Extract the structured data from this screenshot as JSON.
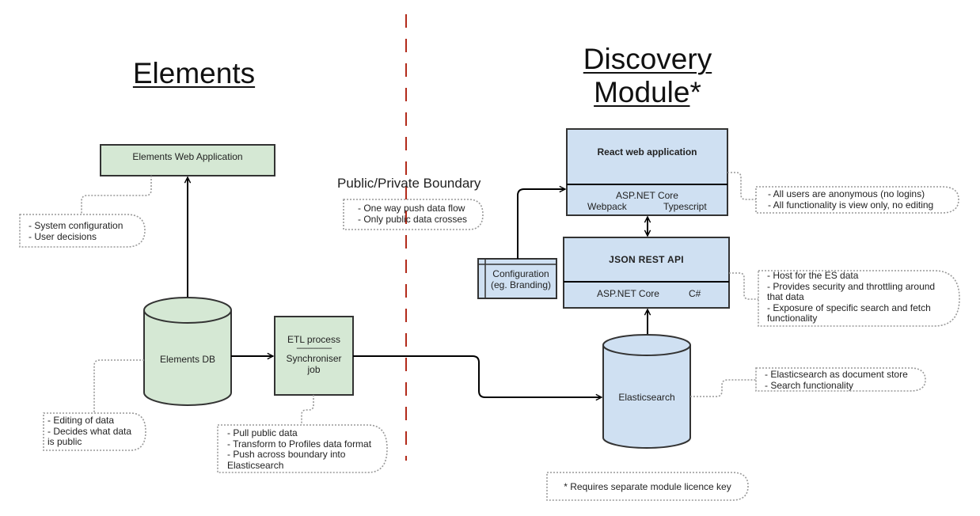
{
  "sections": {
    "elements_title": "Elements",
    "discovery_title_line1": "Discovery",
    "discovery_title_line2": "Module",
    "discovery_title_suffix": "*"
  },
  "boundary": {
    "label": "Public/Private Boundary",
    "note_lines": [
      "- One way push data flow",
      "- Only public data crosses"
    ],
    "color": "#b22a1a"
  },
  "elements": {
    "web_app": {
      "label": "Elements Web Application",
      "note": "- System configuration\n- User decisions"
    },
    "db": {
      "label": "Elements DB",
      "note": "- Editing of data\n- Decides what data\nis public"
    },
    "etl": {
      "line1": "ETL process",
      "separator": "-------------------",
      "line2": "Synchroniser",
      "line3": "job",
      "note": "- Pull public data\n- Transform to Profiles data format\n- Push across boundary into\nElasticsearch"
    },
    "fill_color": "#d5e8d4"
  },
  "discovery": {
    "react_app": {
      "title": "React web application",
      "sub_line1": "ASP.NET Core",
      "sub_left": "Webpack",
      "sub_right": "Typescript",
      "note": "- All users are anonymous (no logins)\n- All functionality is view only, no editing"
    },
    "api": {
      "title": "JSON REST API",
      "sub_left": "ASP.NET Core",
      "sub_right": "C#",
      "note": "- Host for the ES data\n- Provides security and throttling around\nthat data\n- Exposure of specific search and fetch\nfunctionality"
    },
    "config": {
      "line1": "Configuration",
      "line2": "(eg. Branding)"
    },
    "elasticsearch": {
      "label": "Elasticsearch",
      "note": "- Elasticsearch as document store\n- Search functionality"
    },
    "licence_note": "* Requires separate module licence key",
    "fill_color": "#cfe0f2"
  }
}
